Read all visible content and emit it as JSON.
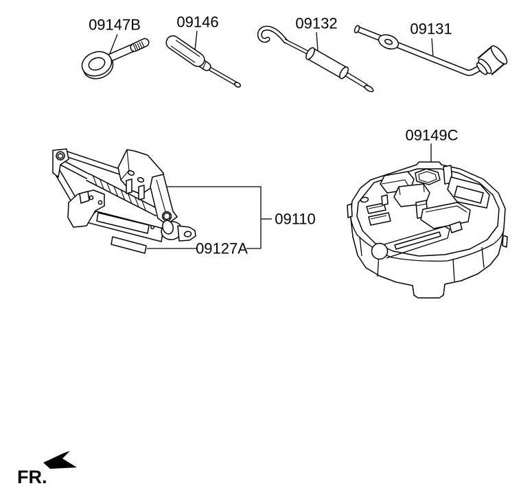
{
  "page": {
    "background_color": "#ffffff",
    "line_color": "#000000"
  },
  "parts": {
    "eye_bolt": {
      "label": "09147B"
    },
    "screwdriver": {
      "label": "09146"
    },
    "hook_rod": {
      "label": "09132"
    },
    "lug_wrench": {
      "label": "09131"
    },
    "jack": {
      "label": "09110"
    },
    "jack_sticker": {
      "label": "09127A"
    },
    "tool_tray": {
      "label": "09149C"
    }
  },
  "direction_indicator": {
    "label": "FR."
  }
}
